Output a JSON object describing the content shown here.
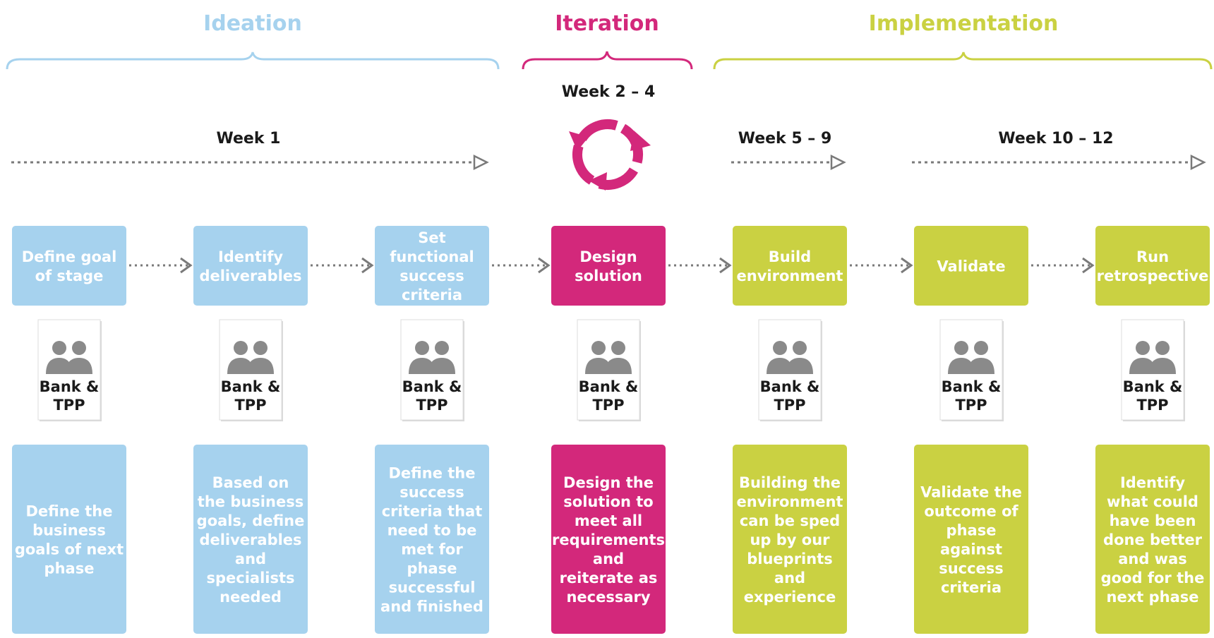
{
  "colors": {
    "ideation": "#a6d2ee",
    "iteration": "#d3287b",
    "implementation": "#cad142",
    "people_icon": "#8a8a8a",
    "arrow": "#7a7a7a"
  },
  "phases": [
    {
      "name": "Ideation",
      "color": "#a6d2ee"
    },
    {
      "name": "Iteration",
      "color": "#d3287b"
    },
    {
      "name": "Implementation",
      "color": "#cad142"
    }
  ],
  "weeks": [
    "Week 1",
    "Week 2 – 4",
    "Week 5 – 9",
    "Week 10 – 12"
  ],
  "stages": [
    {
      "phase": "ideation",
      "title_lines": [
        "Define goal",
        "of stage"
      ],
      "role_lines": [
        "Bank &",
        "TPP"
      ],
      "description_lines": [
        "Define the",
        "business",
        "goals of next",
        "phase"
      ]
    },
    {
      "phase": "ideation",
      "title_lines": [
        "Identify",
        "deliverables"
      ],
      "role_lines": [
        "Bank &",
        "TPP"
      ],
      "description_lines": [
        "Based on",
        "the business",
        "goals, define",
        "deliverables",
        "and",
        "specialists",
        "needed"
      ]
    },
    {
      "phase": "ideation",
      "title_lines": [
        "Set",
        "functional",
        "success",
        "criteria"
      ],
      "role_lines": [
        "Bank &",
        "TPP"
      ],
      "description_lines": [
        "Define the",
        "success",
        "criteria that",
        "need to be",
        "met for",
        "phase",
        "successful",
        "and finished"
      ]
    },
    {
      "phase": "iteration",
      "title_lines": [
        "Design",
        "solution"
      ],
      "role_lines": [
        "Bank &",
        "TPP"
      ],
      "description_lines": [
        "Design the",
        "solution to",
        "meet all",
        "requirements",
        "and",
        "reiterate as",
        "necessary"
      ]
    },
    {
      "phase": "implementation",
      "title_lines": [
        "Build",
        "environment"
      ],
      "role_lines": [
        "Bank &",
        "TPP"
      ],
      "description_lines": [
        "Building the",
        "environment",
        "can be sped",
        "up by our",
        "blueprints",
        "and",
        "experience"
      ]
    },
    {
      "phase": "implementation",
      "title_lines": [
        "Validate"
      ],
      "role_lines": [
        "Bank &",
        "TPP"
      ],
      "description_lines": [
        "Validate the",
        "outcome of",
        "phase",
        "against",
        "success",
        "criteria"
      ]
    },
    {
      "phase": "implementation",
      "title_lines": [
        "Run",
        "retrospective"
      ],
      "role_lines": [
        "Bank &",
        "TPP"
      ],
      "description_lines": [
        "Identify",
        "what could",
        "have been",
        "done better",
        "and was",
        "good for the",
        "next phase"
      ]
    }
  ]
}
